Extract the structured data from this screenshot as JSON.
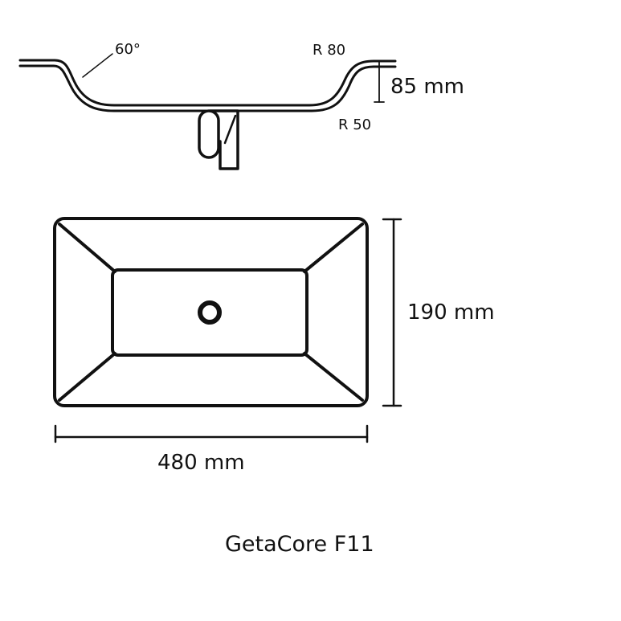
{
  "side_view": {
    "angle_label": "60°",
    "radius_top_label": "R 80",
    "radius_bottom_label": "R 50",
    "depth_label": "85 mm"
  },
  "top_view": {
    "height_label": "190 mm",
    "width_label": "480 mm"
  },
  "product_name": "GetaCore F11",
  "colors": {
    "line": "#111111",
    "background": "#ffffff"
  }
}
